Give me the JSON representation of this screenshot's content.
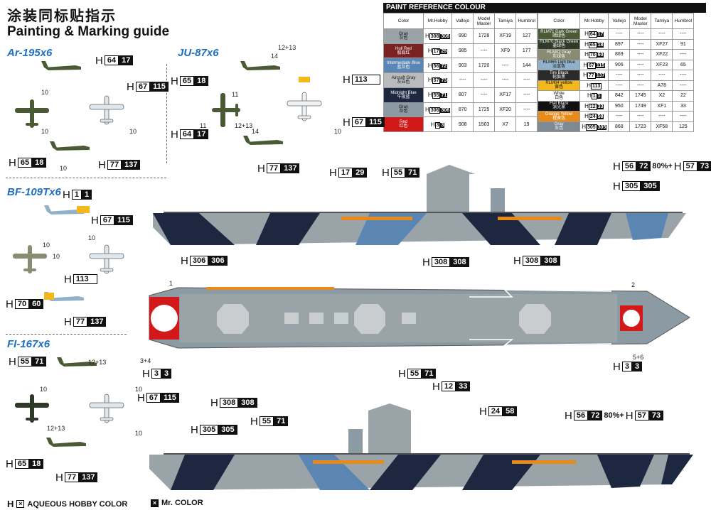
{
  "header": {
    "title_cn": "涂装同标贴指示",
    "title_en": "Painting & Marking guide"
  },
  "sections": {
    "ar195": "Ar-195x6",
    "ju87": "JU-87x6",
    "bf109": "BF-109Tx6",
    "fi167": "FI-167x6"
  },
  "paint_table": {
    "title": "PAINT REFERENCE COLOUR",
    "headers": [
      "Color",
      "Mr.Hobby",
      "Vallejo",
      "Model Master",
      "Tamiya",
      "Humbrol"
    ],
    "left": [
      {
        "name": "Gray",
        "cn": "灰色",
        "color": "#9aa3a8",
        "aq": "308",
        "mr": "308",
        "vallejo": "990",
        "mm": "1728",
        "tamiya": "XF19",
        "humbrol": "127"
      },
      {
        "name": "Hull Red",
        "cn": "船底红",
        "color": "#7a2222",
        "aq": "17",
        "mr": "29",
        "vallejo": "985",
        "mm": "----",
        "tamiya": "XF9",
        "humbrol": "177"
      },
      {
        "name": "Intermediate Blue",
        "cn": "蓝灰色",
        "color": "#5b86b3",
        "aq": "56",
        "mr": "72",
        "vallejo": "903",
        "mm": "1720",
        "tamiya": "----",
        "humbrol": "144"
      },
      {
        "name": "Aircraft Gray",
        "cn": "灰白色",
        "color": "#b8bcbd",
        "aq": "57",
        "mr": "73",
        "vallejo": "----",
        "mm": "----",
        "tamiya": "----",
        "humbrol": "----"
      },
      {
        "name": "Midnight Blue",
        "cn": "午夜蓝",
        "color": "#1d2740",
        "aq": "55",
        "mr": "71",
        "vallejo": "807",
        "mm": "----",
        "tamiya": "XF17",
        "humbrol": "----"
      },
      {
        "name": "Gray",
        "cn": "灰色",
        "color": "#8c9aa3",
        "aq": "306",
        "mr": "306",
        "vallejo": "870",
        "mm": "1725",
        "tamiya": "XF20",
        "humbrol": "----"
      },
      {
        "name": "Red",
        "cn": "红色",
        "color": "#d21818",
        "aq": "3",
        "mr": "3",
        "vallejo": "908",
        "mm": "1503",
        "tamiya": "X7",
        "humbrol": "19"
      }
    ],
    "right": [
      {
        "name": "RLM71 Dark Green",
        "cn": "暗绿色",
        "color": "#4a5a35",
        "aq": "64",
        "mr": "17",
        "vallejo": "----",
        "mm": "----",
        "tamiya": "----",
        "humbrol": "----"
      },
      {
        "name": "RLM70 Black Green",
        "cn": "墨绿色",
        "color": "#2f3a28",
        "aq": "65",
        "mr": "18",
        "vallejo": "897",
        "mm": "----",
        "tamiya": "XF27",
        "humbrol": "91"
      },
      {
        "name": "RLM02 Gray",
        "cn": "灰绿色",
        "color": "#8a8c72",
        "aq": "70",
        "mr": "60",
        "vallejo": "869",
        "mm": "----",
        "tamiya": "XF22",
        "humbrol": "----"
      },
      {
        "name": "RLM65 Ligh blue",
        "cn": "淡蓝色",
        "color": "#8fb1c9",
        "aq": "67",
        "mr": "115",
        "vallejo": "906",
        "mm": "----",
        "tamiya": "XF23",
        "humbrol": "65"
      },
      {
        "name": "Tire Black",
        "cn": "轮胎黑",
        "color": "#2a2a2a",
        "aq": "77",
        "mr": "137",
        "vallejo": "----",
        "mm": "----",
        "tamiya": "----",
        "humbrol": "----"
      },
      {
        "name": "RLM04 yellow",
        "cn": "黄色",
        "color": "#f2b81c",
        "aq": "113",
        "mr": "",
        "vallejo": "----",
        "mm": "----",
        "tamiya": "A78",
        "humbrol": "----"
      },
      {
        "name": "White",
        "cn": "白色",
        "color": "#ffffff",
        "aq": "1",
        "mr": "1",
        "vallejo": "842",
        "mm": "1745",
        "tamiya": "X2",
        "humbrol": "22"
      },
      {
        "name": "Flat Black",
        "cn": "消光黑",
        "color": "#111111",
        "aq": "12",
        "mr": "33",
        "vallejo": "950",
        "mm": "1749",
        "tamiya": "XF1",
        "humbrol": "33"
      },
      {
        "name": "Orange Yellow",
        "cn": "橙黄色",
        "color": "#e88a1a",
        "aq": "24",
        "mr": "58",
        "vallejo": "----",
        "mm": "----",
        "tamiya": "----",
        "humbrol": "----"
      },
      {
        "name": "Gray",
        "cn": "灰色",
        "color": "#7d8a93",
        "aq": "305",
        "mr": "305",
        "vallejo": "868",
        "mm": "1723",
        "tamiya": "XF58",
        "humbrol": "125"
      }
    ]
  },
  "callouts": {
    "ar_64_17": {
      "aq": "64",
      "mr": "17"
    },
    "ar_67_115": {
      "aq": "67",
      "mr": "115"
    },
    "ar_65_18": {
      "aq": "65",
      "mr": "18"
    },
    "ar_77_137": {
      "aq": "77",
      "mr": "137"
    },
    "ju_65_18": {
      "aq": "65",
      "mr": "18"
    },
    "ju_64_17": {
      "aq": "64",
      "mr": "17"
    },
    "ju_113": {
      "aq": "113",
      "mr": ""
    },
    "ju_67_115": {
      "aq": "67",
      "mr": "115"
    },
    "ju_77_137": {
      "aq": "77",
      "mr": "137"
    },
    "bf_1_1": {
      "aq": "1",
      "mr": "1"
    },
    "bf_67_115": {
      "aq": "67",
      "mr": "115"
    },
    "bf_113": {
      "aq": "113",
      "mr": ""
    },
    "bf_70_60": {
      "aq": "70",
      "mr": "60"
    },
    "bf_77_137": {
      "aq": "77",
      "mr": "137"
    },
    "fi_55_71": {
      "aq": "55",
      "mr": "71"
    },
    "fi_67_115": {
      "aq": "67",
      "mr": "115"
    },
    "fi_65_18": {
      "aq": "65",
      "mr": "18"
    },
    "fi_77_137": {
      "aq": "77",
      "mr": "137"
    },
    "ship_17_29": {
      "aq": "17",
      "mr": "29"
    },
    "ship_55_71_top": {
      "aq": "55",
      "mr": "71"
    },
    "ship_56_72_top": {
      "aq": "56",
      "mr": "72",
      "b_aq": "57",
      "b_mr": "73",
      "pct": "80%+"
    },
    "ship_305_top": {
      "aq": "305",
      "mr": "305"
    },
    "ship_308_a": {
      "aq": "308",
      "mr": "308"
    },
    "ship_306": {
      "aq": "306",
      "mr": "306"
    },
    "ship_308_b": {
      "aq": "308",
      "mr": "308"
    },
    "ship_3_3_left": {
      "aq": "3",
      "mr": "3"
    },
    "ship_55_71_mid": {
      "aq": "55",
      "mr": "71"
    },
    "ship_12_33": {
      "aq": "12",
      "mr": "33"
    },
    "ship_3_3_right": {
      "aq": "3",
      "mr": "3"
    },
    "ship_308_c": {
      "aq": "308",
      "mr": "308"
    },
    "ship_305_bot": {
      "aq": "305",
      "mr": "305"
    },
    "ship_55_71_bot": {
      "aq": "55",
      "mr": "71"
    },
    "ship_24_58": {
      "aq": "24",
      "mr": "58"
    },
    "ship_56_72_bot": {
      "aq": "56",
      "mr": "72",
      "b_aq": "57",
      "b_mr": "73",
      "pct": "80%+"
    }
  },
  "numbers": {
    "n10": "10",
    "n11": "11",
    "n14": "14",
    "n12_13": "12+13",
    "deck1": "1",
    "deck2": "2",
    "deck34": "3+4",
    "deck56": "5+6"
  },
  "legend": {
    "aqueous": "AQUEOUS HOBBY COLOR",
    "mr": "Mr. COLOR"
  }
}
